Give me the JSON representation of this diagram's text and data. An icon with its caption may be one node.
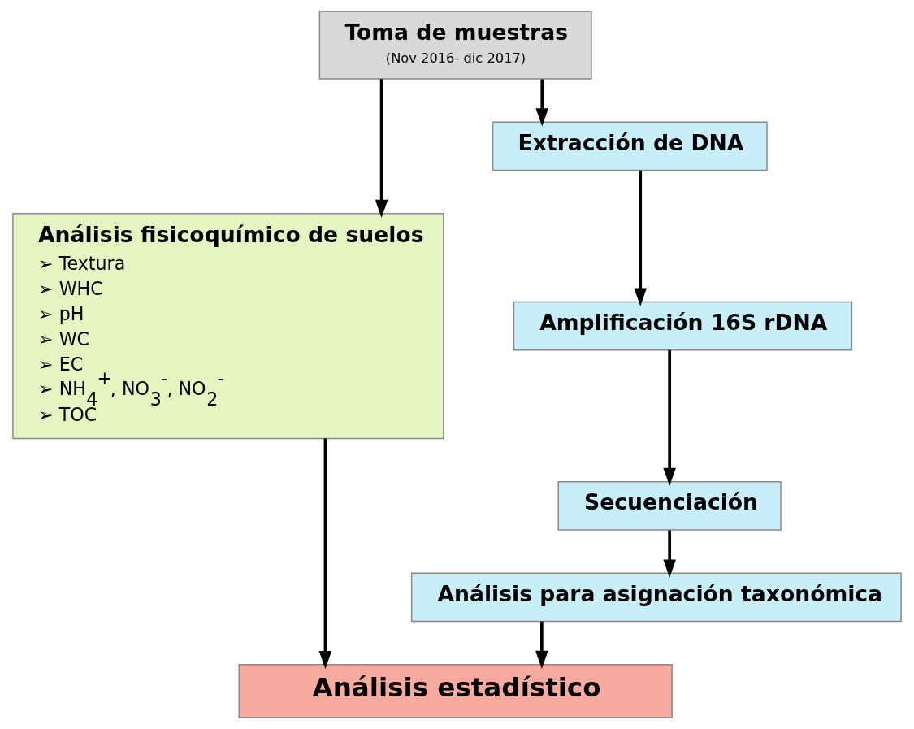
{
  "diagram": {
    "nodes": [
      {
        "text": [
          "Toma de muestras",
          "(Nov 2016- dic 2017)"
        ]
      },
      {
        "text": [
          "Análisis fisicoquímico de suelos",
          "➢ Textura",
          "➢ WHC",
          "➢ pH",
          "➢ WC",
          "➢ EC",
          "➢ NH$_{4}$$^{+}$, NO$_{3}$$^{-}$, NO$_{2}$$^{-}$",
          "➢ TOC"
        ]
      },
      {
        "text": [
          "Extracción de DNA"
        ]
      },
      {
        "text": [
          "Amplificación 16S rDNA"
        ]
      },
      {
        "text": [
          "Secuenciación"
        ]
      },
      {
        "text": [
          "Análisis para asignación taxonómica"
        ]
      },
      {
        "text": [
          "Análisis estadístico"
        ]
      }
    ],
    "edges": [
      {
        "from": 0,
        "to": 1,
        "arrow": "to"
      },
      {
        "from": 0,
        "to": 2,
        "arrow": "to"
      },
      {
        "from": 2,
        "to": 3,
        "arrow": "to"
      },
      {
        "from": 3,
        "to": 4,
        "arrow": "to"
      },
      {
        "from": 4,
        "to": 5,
        "arrow": "to"
      },
      {
        "from": 1,
        "to": 6,
        "arrow": "to"
      },
      {
        "from": 5,
        "to": 6,
        "arrow": "to"
      }
    ]
  }
}
